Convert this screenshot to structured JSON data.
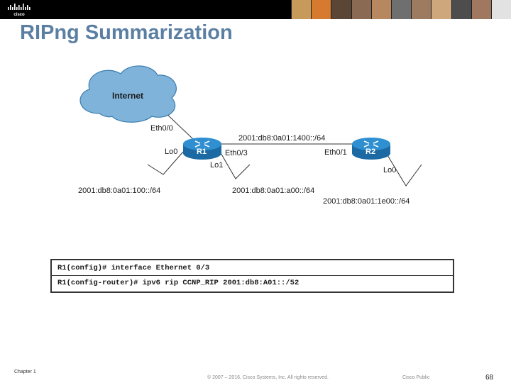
{
  "header": {
    "brand": "cisco",
    "photos": [
      "#c79a5c",
      "#d57a2e",
      "#5b4636",
      "#8a6a52",
      "#b7885f",
      "#6f6f6f",
      "#9d7b61",
      "#cfa77d",
      "#4d4d4d",
      "#a07860",
      "#e2e2e2"
    ]
  },
  "title": "RIPng Summarization",
  "diagram": {
    "cloud_label": "Internet",
    "r1_label": "R1",
    "r2_label": "R2",
    "r1_eth00": "Eth0/0",
    "r1_lo0": "Lo0",
    "r1_eth03": "Eth0/3",
    "r1_lo1": "Lo1",
    "r2_eth01": "Eth0/1",
    "r2_lo0": "Lo0",
    "link_net": "2001:db8:0a01:1400::/64",
    "r1_lo0_net": "2001:db8:0a01:100::/64",
    "r1_lo1_net": "2001:db8:0a01:a00::/64",
    "r2_lo0_net": "2001:db8:0a01:1e00::/64"
  },
  "cli": {
    "line1": "R1(config)# interface Ethernet 0/3",
    "line2": "R1(config-router)# ipv6 rip CCNP_RIP 2001:db8:A01::/52"
  },
  "footer": {
    "chapter": "Chapter 1",
    "copyright": "© 2007 – 2016, Cisco Systems, Inc. All rights reserved.",
    "classification": "Cisco Public",
    "page": "68"
  },
  "colors": {
    "title": "#5b7fa3",
    "cloud_fill": "#7fb3d9",
    "router_fill": "#1f7fc1"
  }
}
